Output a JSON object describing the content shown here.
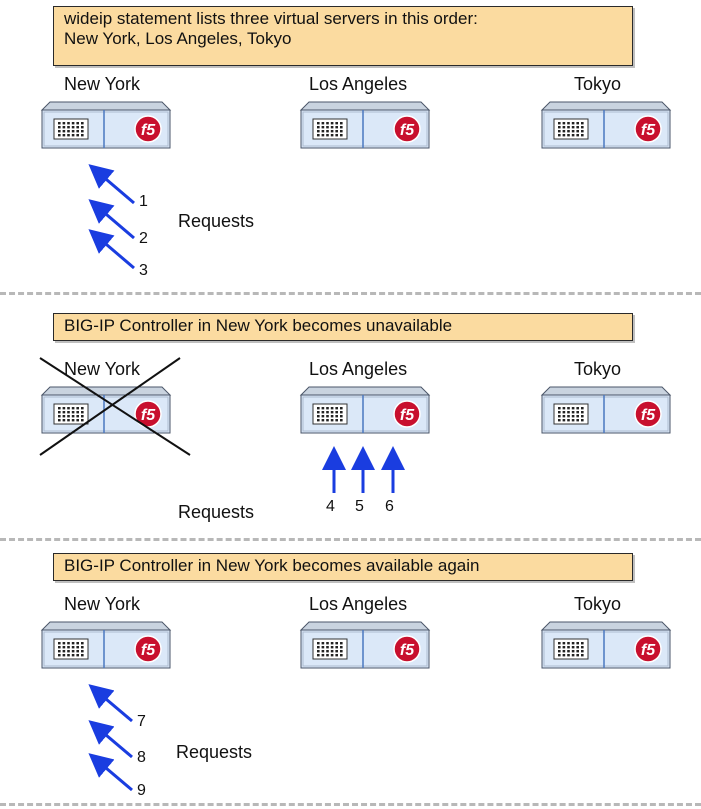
{
  "panels": [
    {
      "note": "wideip statement lists three virtual servers in this order:\nNew York, Los Angeles, Tokyo",
      "labels": [
        "New York",
        "Los Angeles",
        "Tokyo"
      ],
      "requests_label": "Requests",
      "numbers": [
        "1",
        "2",
        "3"
      ]
    },
    {
      "note": "BIG-IP Controller in New York becomes unavailable",
      "labels": [
        "New York",
        "Los Angeles",
        "Tokyo"
      ],
      "requests_label": "Requests",
      "numbers": [
        "4",
        "5",
        "6"
      ]
    },
    {
      "note": "BIG-IP Controller in New York becomes available again",
      "labels": [
        "New York",
        "Los Angeles",
        "Tokyo"
      ],
      "requests_label": "Requests",
      "numbers": [
        "7",
        "8",
        "9"
      ]
    }
  ],
  "device_logo": "f5",
  "colors": {
    "note_fill": "#fbdba0",
    "arrow": "#1a3de0",
    "device_front": "#dbe8f8",
    "logo": "#c8102e"
  }
}
